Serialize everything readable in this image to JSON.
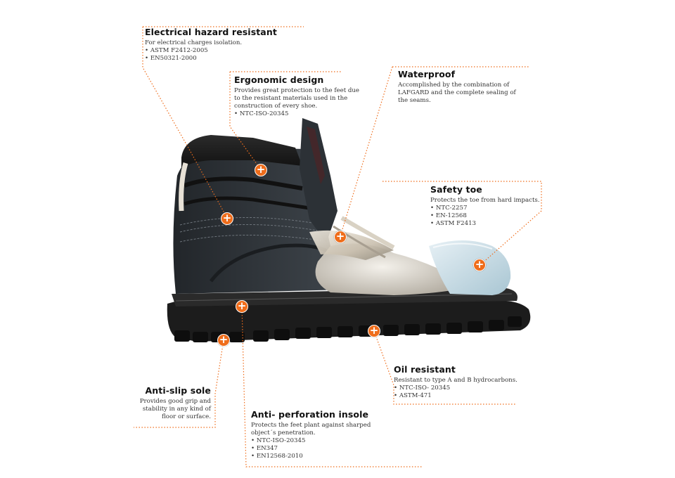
{
  "theme": {
    "accent": "#ef6d1b",
    "leader_color": "#ef6d1b",
    "sole_color": "#1b1b1b",
    "upper_color": "#2f3439",
    "toe_cap_color": "#c9dde6"
  },
  "features": {
    "electrical": {
      "title": "Electrical hazard resistant",
      "desc": "For electrical charges isolation.",
      "standards": [
        "ASTM F2412-2005",
        "EN50321-2000"
      ]
    },
    "ergonomic": {
      "title": "Ergonomic design",
      "desc": [
        "Provides great protection to the feet due",
        "to the resistant materials used in the",
        "construction of every shoe."
      ],
      "standards": [
        "NTC-ISO-20345"
      ]
    },
    "waterproof": {
      "title": "Waterproof",
      "desc": [
        "Accomplished by the combination of",
        "LAFGARD and the complete sealing of",
        "the seams."
      ],
      "standards": []
    },
    "safety_toe": {
      "title": "Safety toe",
      "desc": "Protects the toe from hard impacts.",
      "standards": [
        "NTC-2257",
        "EN-12568",
        "ASTM F2413"
      ]
    },
    "oil": {
      "title": "Oil resistant",
      "desc": "Resistant to type A and B hydrocarbons.",
      "standards": [
        "NTC-ISO- 20345",
        "ASTM-471"
      ]
    },
    "anti_slip": {
      "title": "Anti-slip sole",
      "desc": [
        "Provides good grip and",
        "stability in any kind of",
        "floor or surface."
      ],
      "standards": []
    },
    "anti_perforation": {
      "title": "Anti- perforation insole",
      "desc": [
        "Protects the feet plant against sharped",
        "object´s penetration."
      ],
      "standards": [
        "NTC-ISO-20345",
        "EN347",
        "EN12568-2010"
      ]
    }
  },
  "markers": {
    "electrical": "+",
    "ergonomic": "+",
    "waterproof": "+",
    "safety_toe": "+",
    "oil": "+",
    "anti_slip": "+",
    "anti_perforation": "+"
  },
  "image": {
    "subject": "boot-cutaway-illustration"
  }
}
